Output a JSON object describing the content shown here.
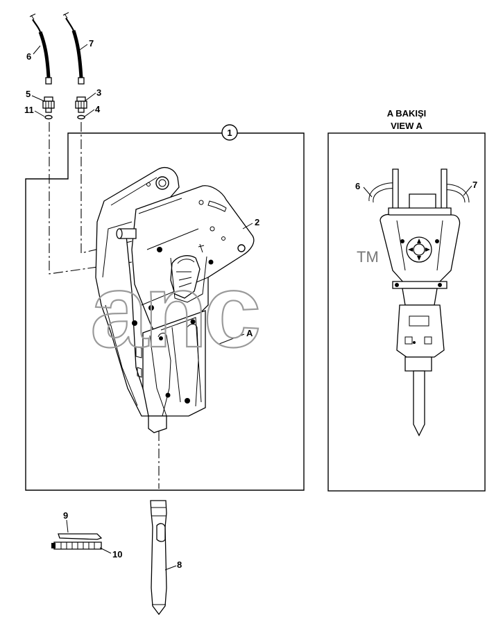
{
  "callouts": {
    "c1": "1",
    "c2": "2",
    "c3": "3",
    "c4": "4",
    "c5": "5",
    "c6": "6",
    "c7": "7",
    "c8": "8",
    "c9": "9",
    "c10": "10",
    "c11": "11",
    "cA": "A",
    "v6": "6",
    "v7": "7"
  },
  "view": {
    "line1": "A BAKIŞI",
    "line2": "VIEW A"
  },
  "watermark": {
    "text": "anc",
    "tm": "TM"
  }
}
